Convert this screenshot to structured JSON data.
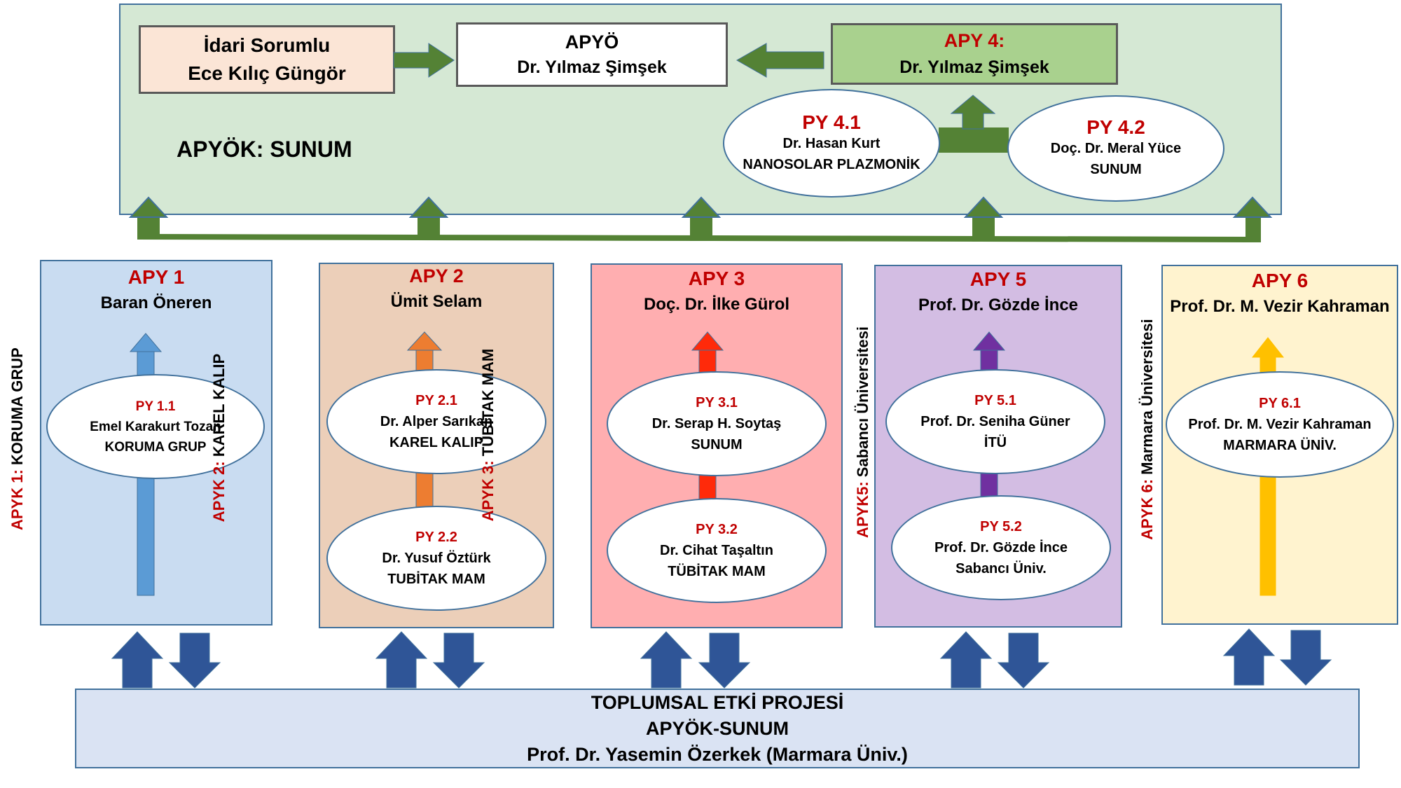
{
  "top": {
    "idari": {
      "line1": "İdari  Sorumlu",
      "line2": "Ece Kılıç Güngör"
    },
    "apyo": {
      "line1": "APYÖ",
      "line2": "Dr. Yılmaz Şimşek"
    },
    "apy4": {
      "title": "APY 4:",
      "name": "Dr. Yılmaz Şimşek"
    },
    "apyok": "APYÖK: SUNUM",
    "py41": {
      "code": "PY 4.1",
      "name": "Dr. Hasan Kurt",
      "org": "NANOSOLAR PLAZMONİK"
    },
    "py42": {
      "code": "PY 4.2",
      "name": "Doç. Dr. Meral Yüce",
      "org": "SUNUM"
    }
  },
  "columns": [
    {
      "title": "APY 1",
      "leader": "Baran Öneren",
      "side_prefix": "APYK 1: ",
      "side_name": "KORUMA GRUP",
      "py": [
        {
          "code": "PY 1.1",
          "name": "Emel Karakurt Tozan",
          "org": "KORUMA GRUP"
        }
      ]
    },
    {
      "title": "APY 2",
      "leader": "Ümit Selam",
      "side_prefix": "APYK 2: ",
      "side_name": "KAREL KALIP",
      "py": [
        {
          "code": "PY 2.1",
          "name": "Dr. Alper Sarıkan",
          "org": "KAREL KALIP"
        },
        {
          "code": "PY 2.2",
          "name": "Dr. Yusuf Öztürk",
          "org": "TUBİTAK MAM"
        }
      ]
    },
    {
      "title": "APY 3",
      "leader": "Doç. Dr. İlke Gürol",
      "side_prefix": "APYK 3: ",
      "side_name": "TÜBİTAK MAM",
      "py": [
        {
          "code": "PY 3.1",
          "name": "Dr. Serap H. Soytaş",
          "org": "SUNUM"
        },
        {
          "code": "PY 3.2",
          "name": "Dr. Cihat Taşaltın",
          "org": "TÜBİTAK MAM"
        }
      ]
    },
    {
      "title": "APY 5",
      "leader": "Prof. Dr. Gözde İnce",
      "side_prefix": "APYK5: ",
      "side_name": "Sabancı Üniversitesi",
      "py": [
        {
          "code": "PY 5.1",
          "name": "Prof. Dr. Seniha Güner",
          "org": "İTÜ"
        },
        {
          "code": "PY 5.2",
          "name": "Prof. Dr. Gözde İnce",
          "org": "Sabancı Üniv."
        }
      ]
    },
    {
      "title": "APY 6",
      "leader": "Prof. Dr. M. Vezir Kahraman",
      "side_prefix": "APYK 6: ",
      "side_name": "Marmara Üniversitesi",
      "py": [
        {
          "code": "PY 6.1",
          "name": "Prof. Dr. M. Vezir Kahraman",
          "org": "MARMARA ÜNİV."
        }
      ]
    }
  ],
  "bottom": {
    "line1": "TOPLUMSAL  ETKİ PROJESİ",
    "line2": "APYÖK-SUNUM",
    "line3": "Prof. Dr. Yasemin Özerkek (Marmara Üniv.)"
  },
  "colors": {
    "top_bg": "#d5e8d4",
    "green_arrow": "#548235",
    "apy4_bg": "#a9d18e",
    "idari_bg": "#fbe5d6",
    "col1_bg": "#c9dcf1",
    "col2_bg": "#eccfb9",
    "col3_bg": "#ffaeb0",
    "col5_bg": "#d3bde3",
    "col6_bg": "#fff3cf",
    "col1_arrow": "#5b9bd5",
    "col2_arrow": "#ed7d31",
    "col3_arrow": "#ff2a0a",
    "col5_arrow": "#7030a0",
    "col6_arrow": "#ffc000",
    "blue_arrow": "#2f5597",
    "bottom_bg": "#dae3f3",
    "title_red": "#c00000"
  }
}
